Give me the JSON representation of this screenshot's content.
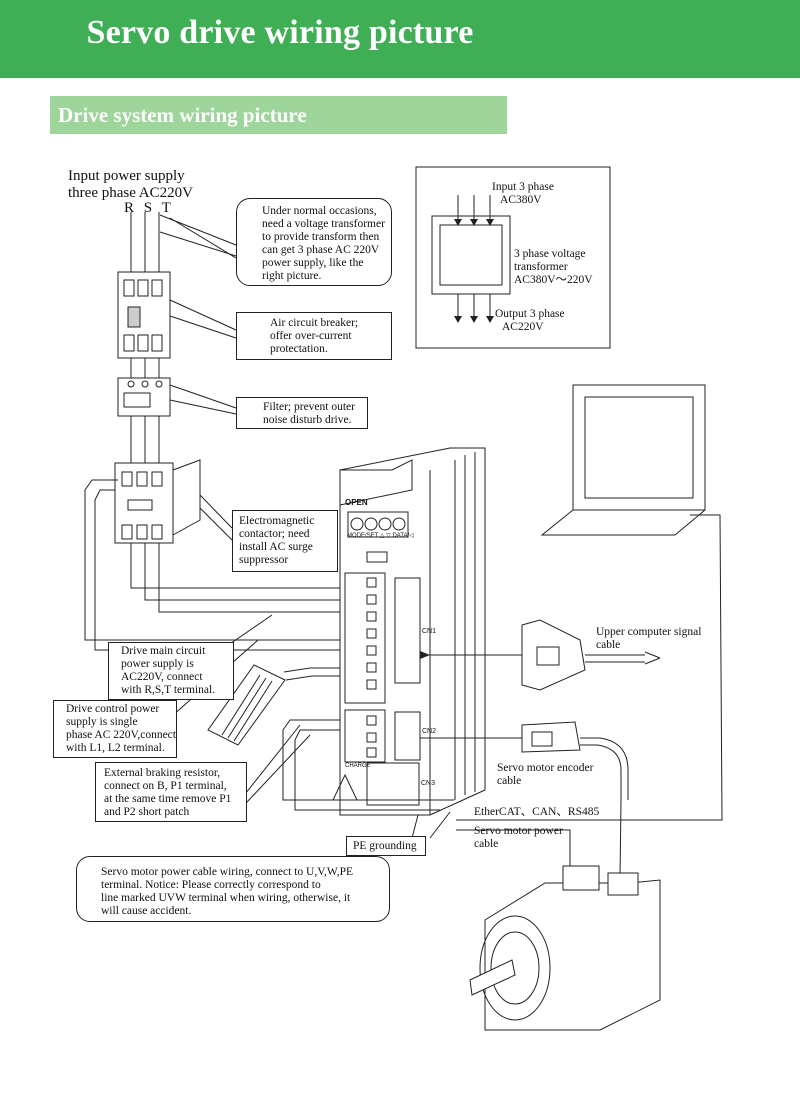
{
  "header": {
    "title": "Servo drive wiring picture",
    "subtitle": "Drive system wiring picture"
  },
  "input_power": {
    "line1": "Input power supply",
    "line2": "three phase AC220V",
    "phases": "R S T"
  },
  "transformer": {
    "input": [
      "Input 3 phase",
      "AC380V"
    ],
    "name": [
      "3 phase voltage",
      "transformer",
      "AC380V～220V"
    ],
    "output": [
      "Output 3 phase",
      "AC220V"
    ]
  },
  "callouts": {
    "transformer_note": [
      "Under normal occasions,",
      "need a voltage transformer",
      "to provide transform then",
      "can get 3 phase AC 220V",
      "power supply, like the",
      "right picture."
    ],
    "breaker": [
      "Air circuit breaker;",
      "offer over-current",
      "protectation."
    ],
    "filter": [
      "Filter; prevent outer",
      "noise disturb drive."
    ],
    "contactor": [
      "Electromagnetic",
      "contactor; need",
      "install AC surge",
      "suppressor"
    ],
    "main_circuit": [
      "Drive main circuit",
      "power supply is",
      "AC220V, connect",
      "with R,S,T terminal."
    ],
    "control_power": [
      "Drive control power",
      "supply is single",
      "phase AC 220V,connect",
      " with L1, L2 terminal."
    ],
    "braking": [
      "External braking resistor,",
      "connect on B, P1 terminal,",
      "at the same time remove P1",
      "and P2 short patch"
    ],
    "motor_cable": [
      "Servo motor power cable wiring, connect to U,V,W,PE",
      "terminal. Notice: Please correctly correspond to",
      "line marked UVW terminal when wiring, otherwise, it",
      "will cause accident."
    ],
    "pe": "PE grounding",
    "upper_computer": [
      "Upper computer signal",
      "cable"
    ],
    "encoder": [
      "Servo motor encoder",
      "cable"
    ],
    "bus": "EtherCAT、CAN、RS485",
    "motor_power": [
      "Servo motor power",
      "cable"
    ]
  },
  "drive_panel": {
    "open": "OPEN",
    "keys": "MODE/SET  △   ▽  DATA/◁",
    "cn1": "CN1",
    "cn2": "CN2",
    "cn3": "CN3",
    "charge": "CHARGE"
  },
  "colors": {
    "banner": "#3fae55",
    "sub_banner": "#9dd59b",
    "line": "#222222"
  }
}
